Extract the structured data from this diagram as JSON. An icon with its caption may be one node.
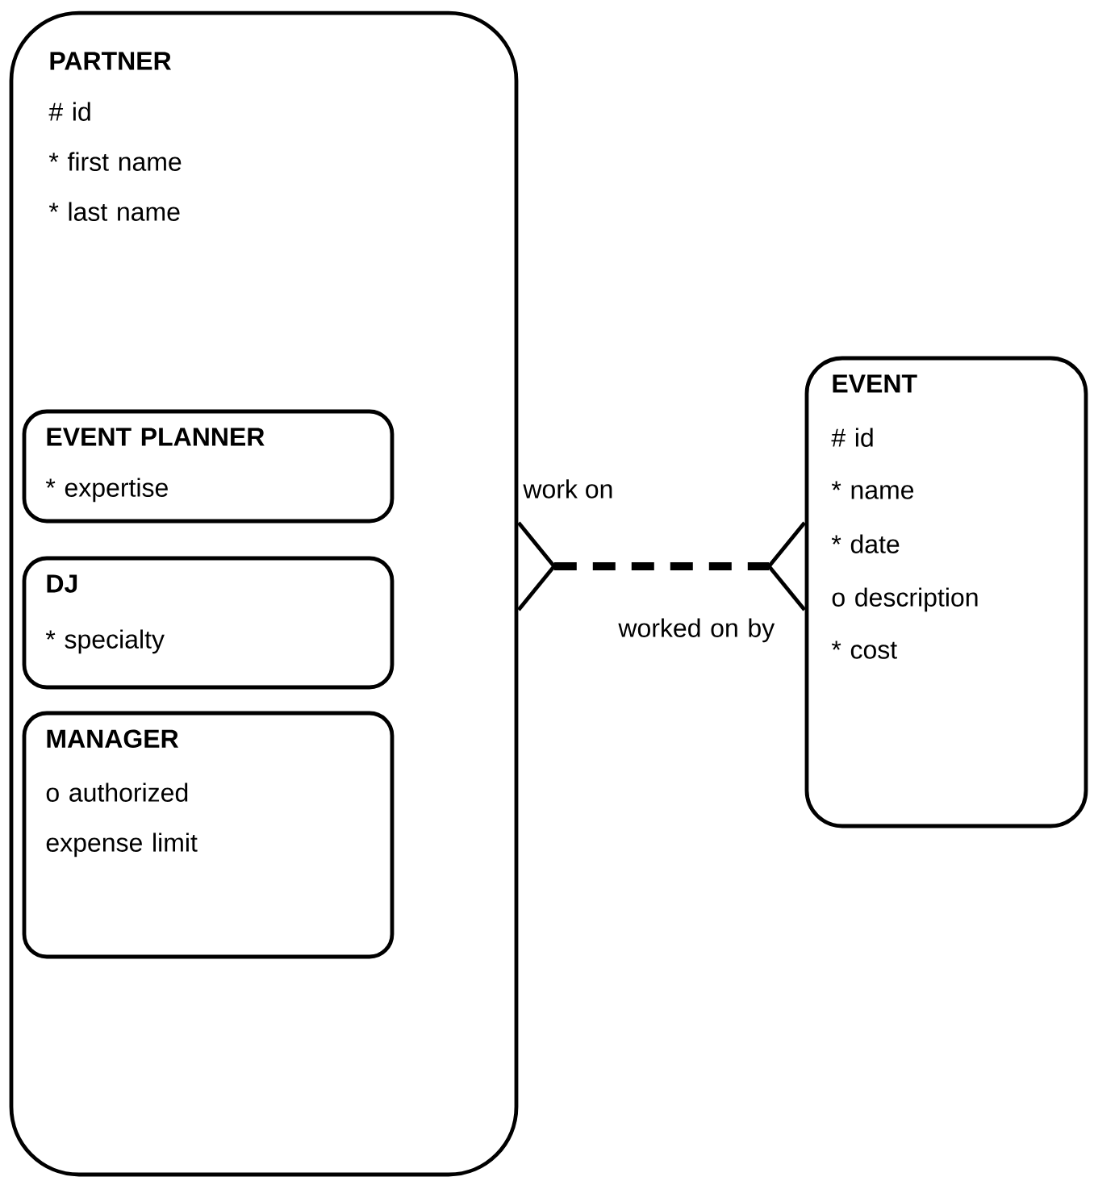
{
  "diagram": {
    "nodes": [
      {
        "text": [
          "PARTNER",
          "# id",
          "* first name",
          "* last name"
        ]
      },
      {
        "text": [
          "EVENT PLANNER",
          "* expertise"
        ],
        "in": 0
      },
      {
        "text": [
          "DJ",
          "* specialty"
        ],
        "in": 0
      },
      {
        "text": [
          "MANAGER",
          "o authorized expense limit"
        ],
        "in": 0
      },
      {
        "text": [
          "EVENT",
          "# id",
          "* name",
          "* date",
          "o description",
          "* cost"
        ]
      }
    ],
    "edges": [
      {
        "from": 0,
        "to": 4,
        "arrow": "other",
        "style": "dashed",
        "label": "work on"
      }
    ],
    "labels": [
      "worked on by"
    ]
  }
}
